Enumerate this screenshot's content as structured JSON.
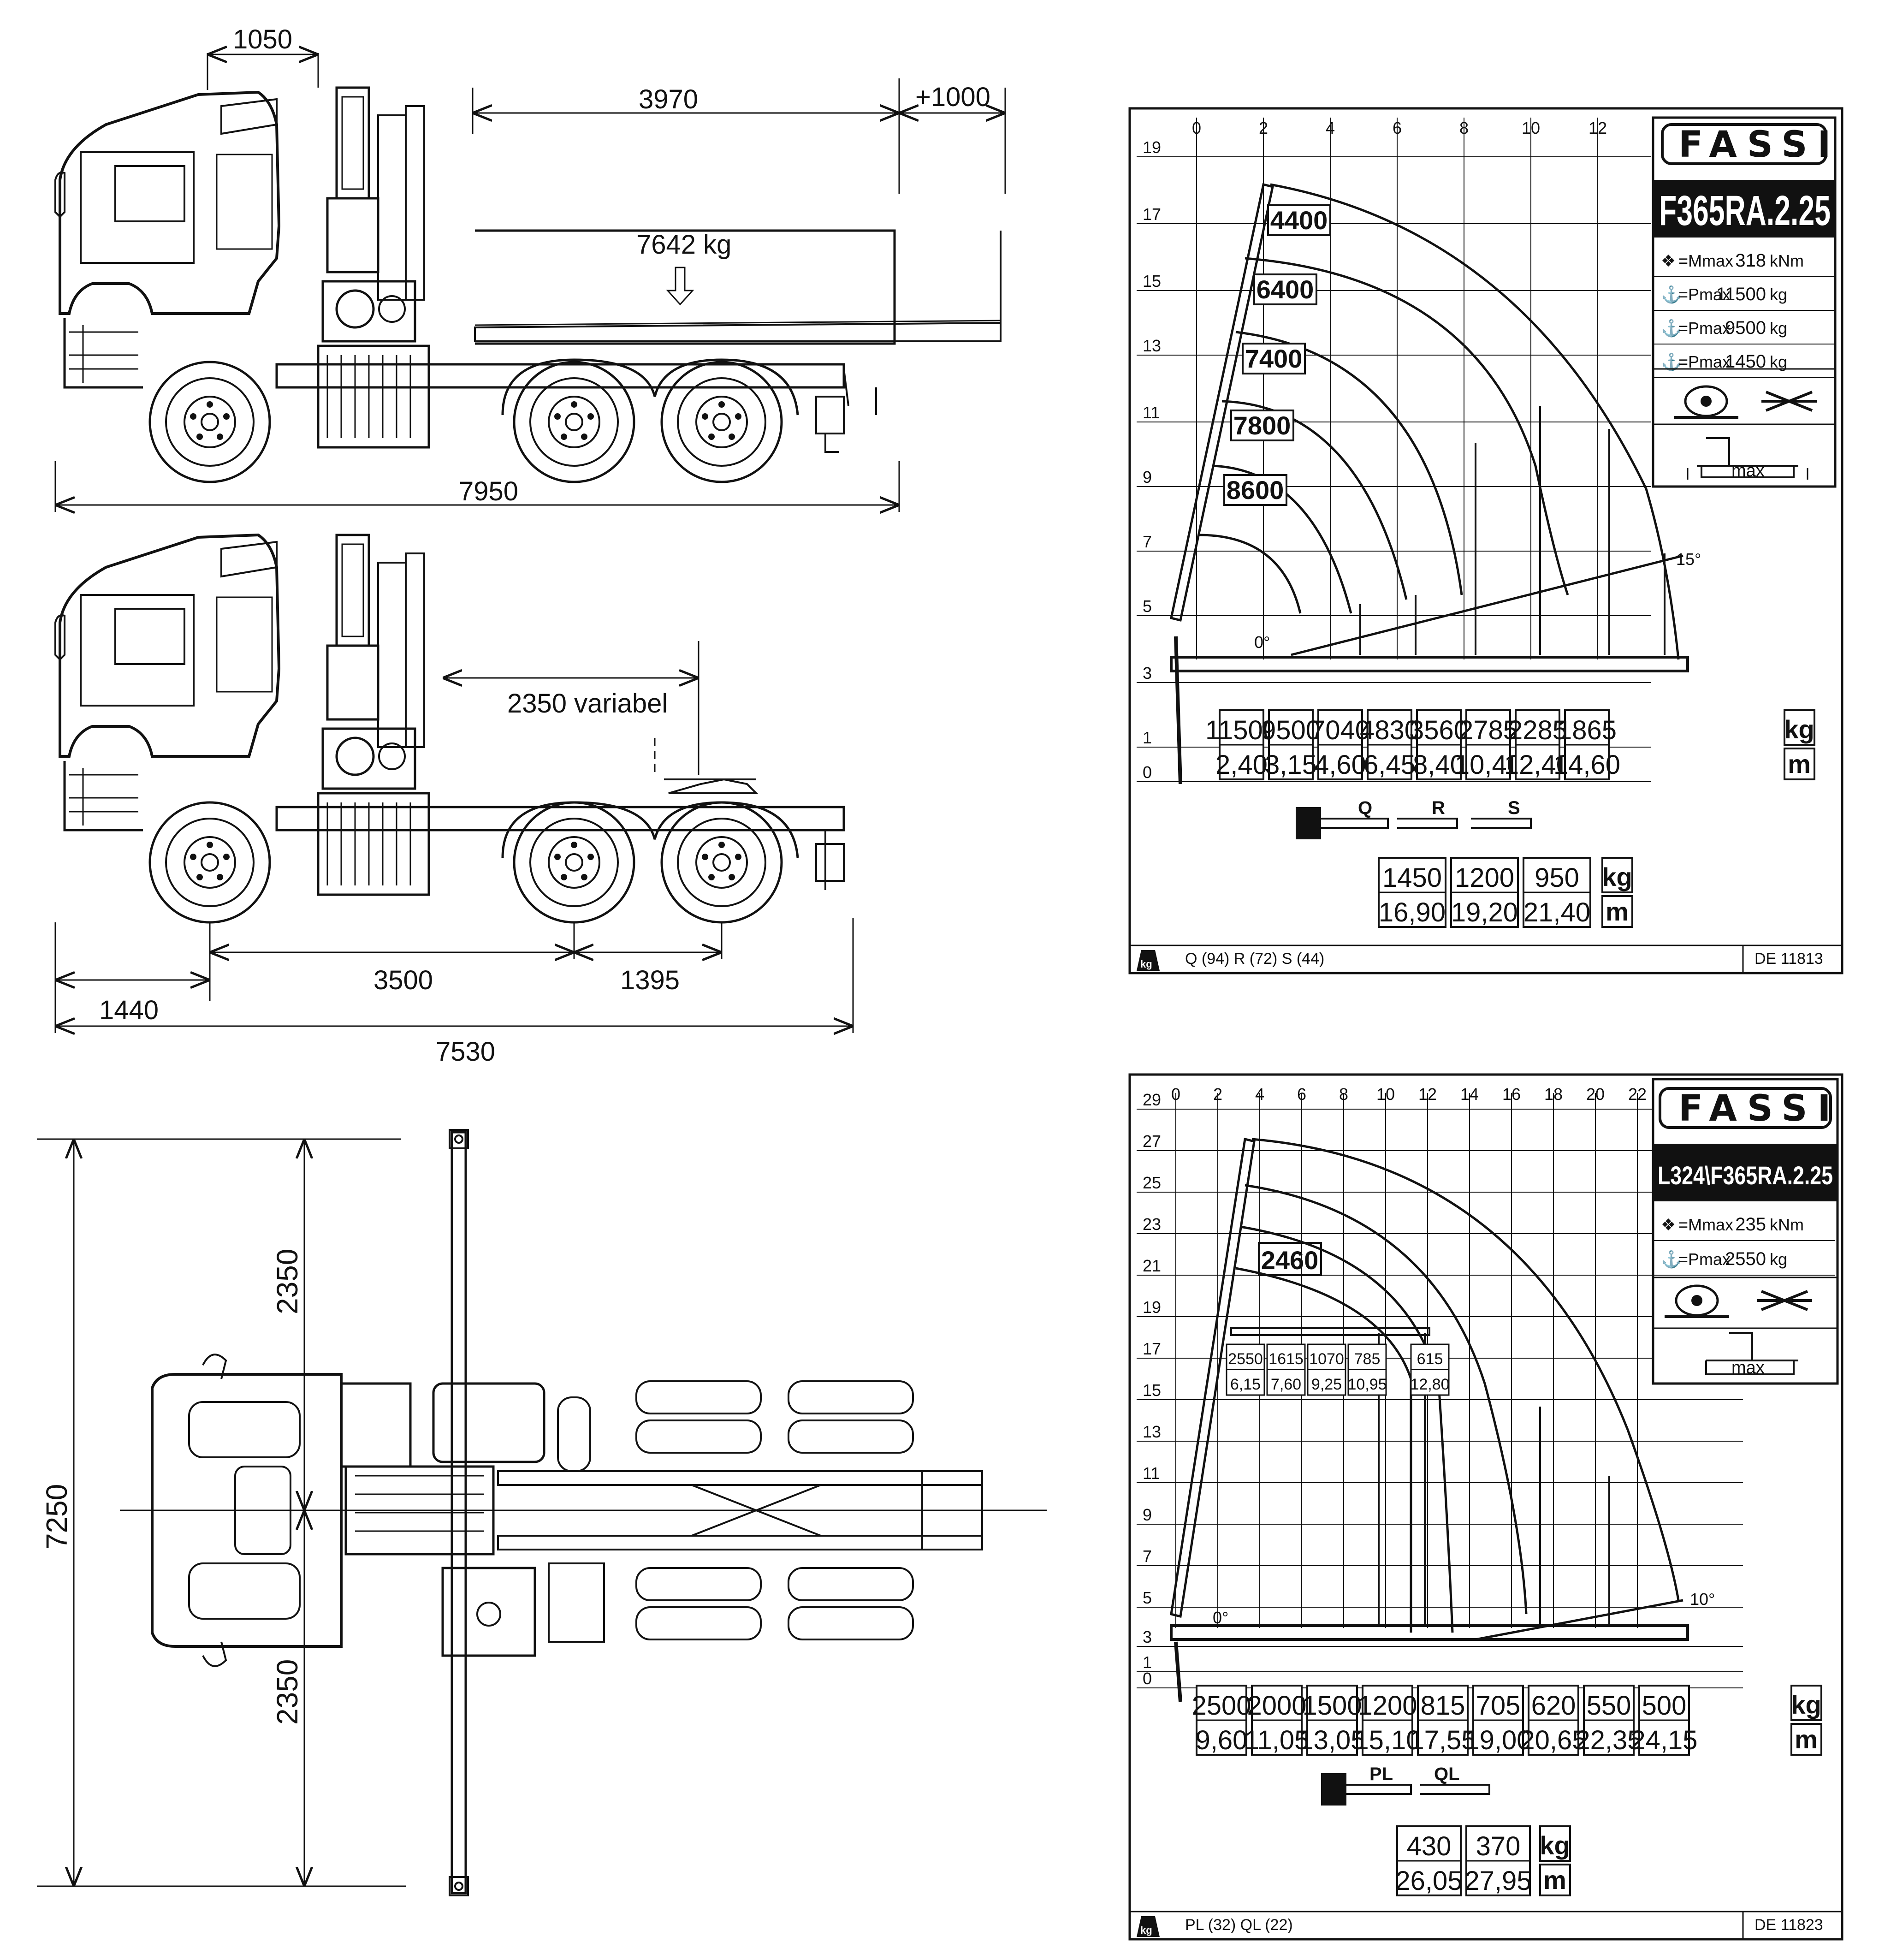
{
  "side_view_loaded": {
    "dims": {
      "cab_offset": "1050",
      "bed_length": "3970",
      "bed_extension": "+1000",
      "total_length": "7950"
    },
    "load_label": "7642 kg"
  },
  "side_view_tractor": {
    "dims": {
      "fifth_wheel": "2350 variabel",
      "wheelbase": "3500",
      "tandem": "1395",
      "front_overhang": "1440",
      "total_length": "7530"
    }
  },
  "top_view": {
    "dims": {
      "outrigger_left": "2350",
      "outrigger_right": "2350",
      "total_span": "7250"
    }
  },
  "chart1": {
    "brand": "FASSI",
    "model": "F365RA.2.25",
    "x_ticks": [
      "0",
      "2",
      "4",
      "6",
      "8",
      "10",
      "12"
    ],
    "y_ticks": [
      "19",
      "17",
      "15",
      "13",
      "11",
      "9",
      "7",
      "5",
      "3",
      "1",
      "0"
    ],
    "specs": [
      {
        "label": "=Mmax",
        "value": "318",
        "unit": "kNm"
      },
      {
        "label": "=Pmax",
        "value": "11500",
        "unit": "kg"
      },
      {
        "label": "=Pmax",
        "value": "9500",
        "unit": "kg"
      },
      {
        "label": "=Pmax",
        "value": "1450",
        "unit": "kg"
      }
    ],
    "max_label": "max",
    "boom_loads": [
      "4400",
      "6400",
      "7400",
      "7800",
      "8600"
    ],
    "angle_0": "0°",
    "angle_15": "15°",
    "capacity_kg": [
      "11500",
      "9500",
      "7040",
      "4830",
      "3560",
      "2785",
      "2285",
      "1865"
    ],
    "capacity_m": [
      "2,40",
      "3,15",
      "4,60",
      "6,45",
      "8,40",
      "10,40",
      "12,40",
      "14,60"
    ],
    "unit_kg": "kg",
    "unit_m": "m",
    "jib_labels": [
      "Q",
      "R",
      "S"
    ],
    "jib_kg": [
      "1450",
      "1200",
      "950"
    ],
    "jib_m": [
      "16,90",
      "19,20",
      "21,40"
    ],
    "footer_weights": "Q (94)  R (72)  S (44)",
    "footer_kg": "kg",
    "doc_id": "DE 11813"
  },
  "chart2": {
    "brand": "FASSI",
    "model": "L324\\F365RA.2.25",
    "x_ticks": [
      "0",
      "2",
      "4",
      "6",
      "8",
      "10",
      "12",
      "14",
      "16",
      "18",
      "20",
      "22"
    ],
    "y_ticks": [
      "29",
      "27",
      "25",
      "23",
      "21",
      "19",
      "17",
      "15",
      "13",
      "11",
      "9",
      "7",
      "5",
      "3",
      "1",
      "0"
    ],
    "specs": [
      {
        "label": "=Mmax",
        "value": "235",
        "unit": "kNm"
      },
      {
        "label": "=Pmax",
        "value": "2550",
        "unit": "kg"
      }
    ],
    "max_label": "max",
    "boom_load": "2460",
    "inner_kg": [
      "2550",
      "1615",
      "1070",
      "785",
      "615"
    ],
    "inner_m": [
      "6,15",
      "7,60",
      "9,25",
      "10,95",
      "12,80"
    ],
    "angle_0": "0°",
    "angle_10": "10°",
    "capacity_kg": [
      "2500",
      "2000",
      "1500",
      "1200",
      "815",
      "705",
      "620",
      "550",
      "500"
    ],
    "capacity_m": [
      "9,60",
      "11,05",
      "13,05",
      "15,10",
      "17,55",
      "19,00",
      "20,65",
      "22,35",
      "24,15"
    ],
    "unit_kg": "kg",
    "unit_m": "m",
    "jib_labels": [
      "PL",
      "QL"
    ],
    "jib_kg": [
      "430",
      "370"
    ],
    "jib_m": [
      "26,05",
      "27,95"
    ],
    "footer_weights": "PL (32)  QL (22)",
    "footer_kg": "kg",
    "doc_id": "DE 11823"
  }
}
